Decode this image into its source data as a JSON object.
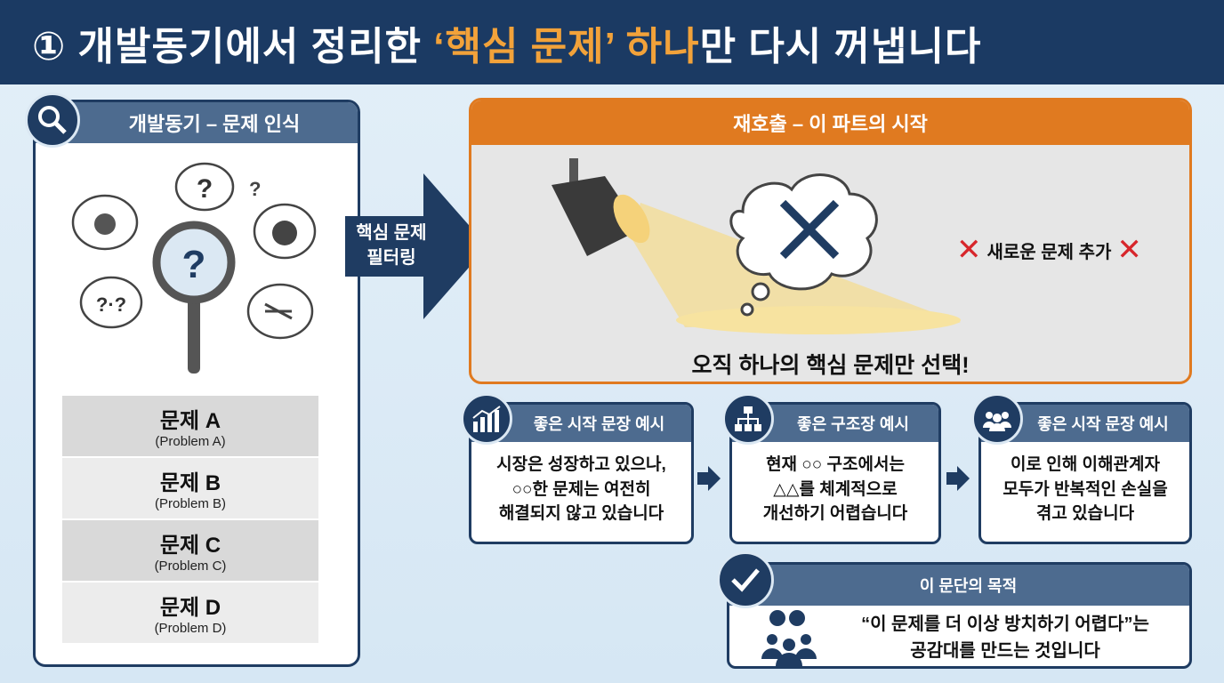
{
  "title": {
    "prefix": "① 개발동기에서 정리한 ",
    "highlight": "‘핵심 문제’ 하나",
    "suffix": "만 다시 꺼냅니다"
  },
  "left_panel": {
    "title": "개발동기 – 문제 인식",
    "problems": [
      {
        "label": "문제 A",
        "sub": "(Problem A)"
      },
      {
        "label": "문제 B",
        "sub": "(Problem B)"
      },
      {
        "label": "문제 C",
        "sub": "(Problem C)"
      },
      {
        "label": "문제 D",
        "sub": "(Problem D)"
      }
    ]
  },
  "filter_arrow": {
    "line1": "핵심 문제",
    "line2": "필터링"
  },
  "spotlight_panel": {
    "title": "재호출 – 이 파트의 시작",
    "no_new": "새로운 문제 추가",
    "caption": "오직 하나의 핵심 문제만 선택!"
  },
  "cards": [
    {
      "title": "좋은 시작 문장 예시",
      "lines": [
        "시장은 성장하고 있으나,",
        "○○한 문제는 여전히",
        "해결되지 않고 있습니다"
      ]
    },
    {
      "title": "좋은 구조장 예시",
      "lines": [
        "현재 ○○ 구조에서는",
        "△△를 체계적으로",
        "개선하기 어렵습니다"
      ]
    },
    {
      "title": "좋은 시작 문장 예시",
      "lines": [
        "이로 인해 이해관계자",
        "모두가 반복적인 손실을",
        "겪고 있습니다"
      ]
    }
  ],
  "purpose": {
    "title": "이 문단의 목적",
    "line1": "“이 문제를 더 이상 방치하기 어렵다”는",
    "line2": "공감대를 만드는 것입니다"
  },
  "colors": {
    "navy": "#1b3a63",
    "orange": "#e07a20",
    "accent": "#f2a23a",
    "slate": "#4d6b8f",
    "red": "#d7262b"
  }
}
